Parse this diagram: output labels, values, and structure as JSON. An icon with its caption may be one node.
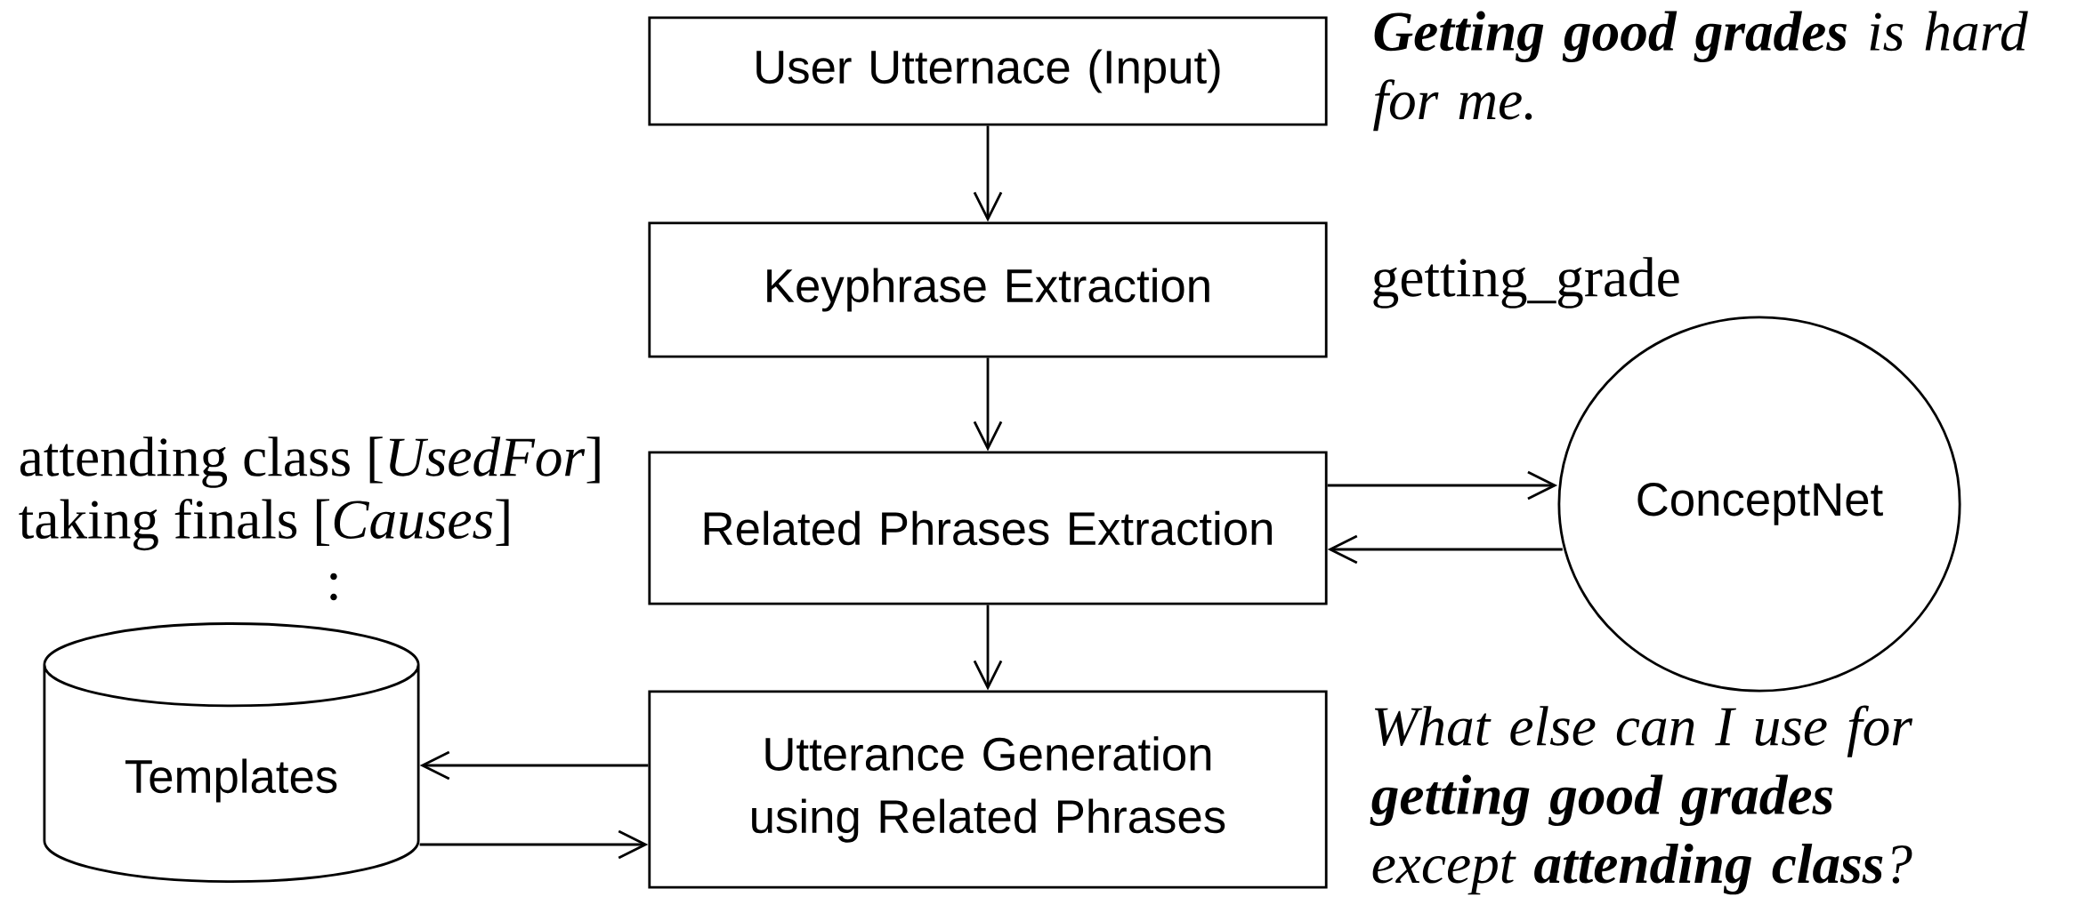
{
  "diagram": {
    "nodes": [
      {
        "text": [
          "User Utternace (Input)"
        ],
        "beside": [
          "**Getting good grades** is hard for me."
        ]
      },
      {
        "text": [
          "Keyphrase Extraction"
        ]
      },
      {
        "text": [
          "Related Phrases Extraction"
        ]
      },
      {
        "text": [
          "ConceptNet"
        ]
      },
      {
        "text": [
          "Templates"
        ]
      },
      {
        "text": [
          "Utterance Generation using Related Phrases"
        ]
      }
    ],
    "edges": [
      {
        "from": 0,
        "to": 1,
        "arrow": "to"
      },
      {
        "from": 1,
        "to": 2,
        "arrow": "to"
      },
      {
        "from": 2,
        "to": 3,
        "arrow": "to"
      },
      {
        "from": 3,
        "to": 2,
        "arrow": "to"
      },
      {
        "from": 2,
        "to": 5,
        "arrow": "to"
      },
      {
        "from": 5,
        "to": 4,
        "arrow": "to"
      },
      {
        "from": 4,
        "to": 5,
        "arrow": "to"
      }
    ],
    "labels": [
      "getting_grade",
      "attending class [*UsedFor*]",
      "taking finals [*Causes*]",
      ":",
      "What else can I use for **getting good grades** except **attending class**?"
    ]
  }
}
